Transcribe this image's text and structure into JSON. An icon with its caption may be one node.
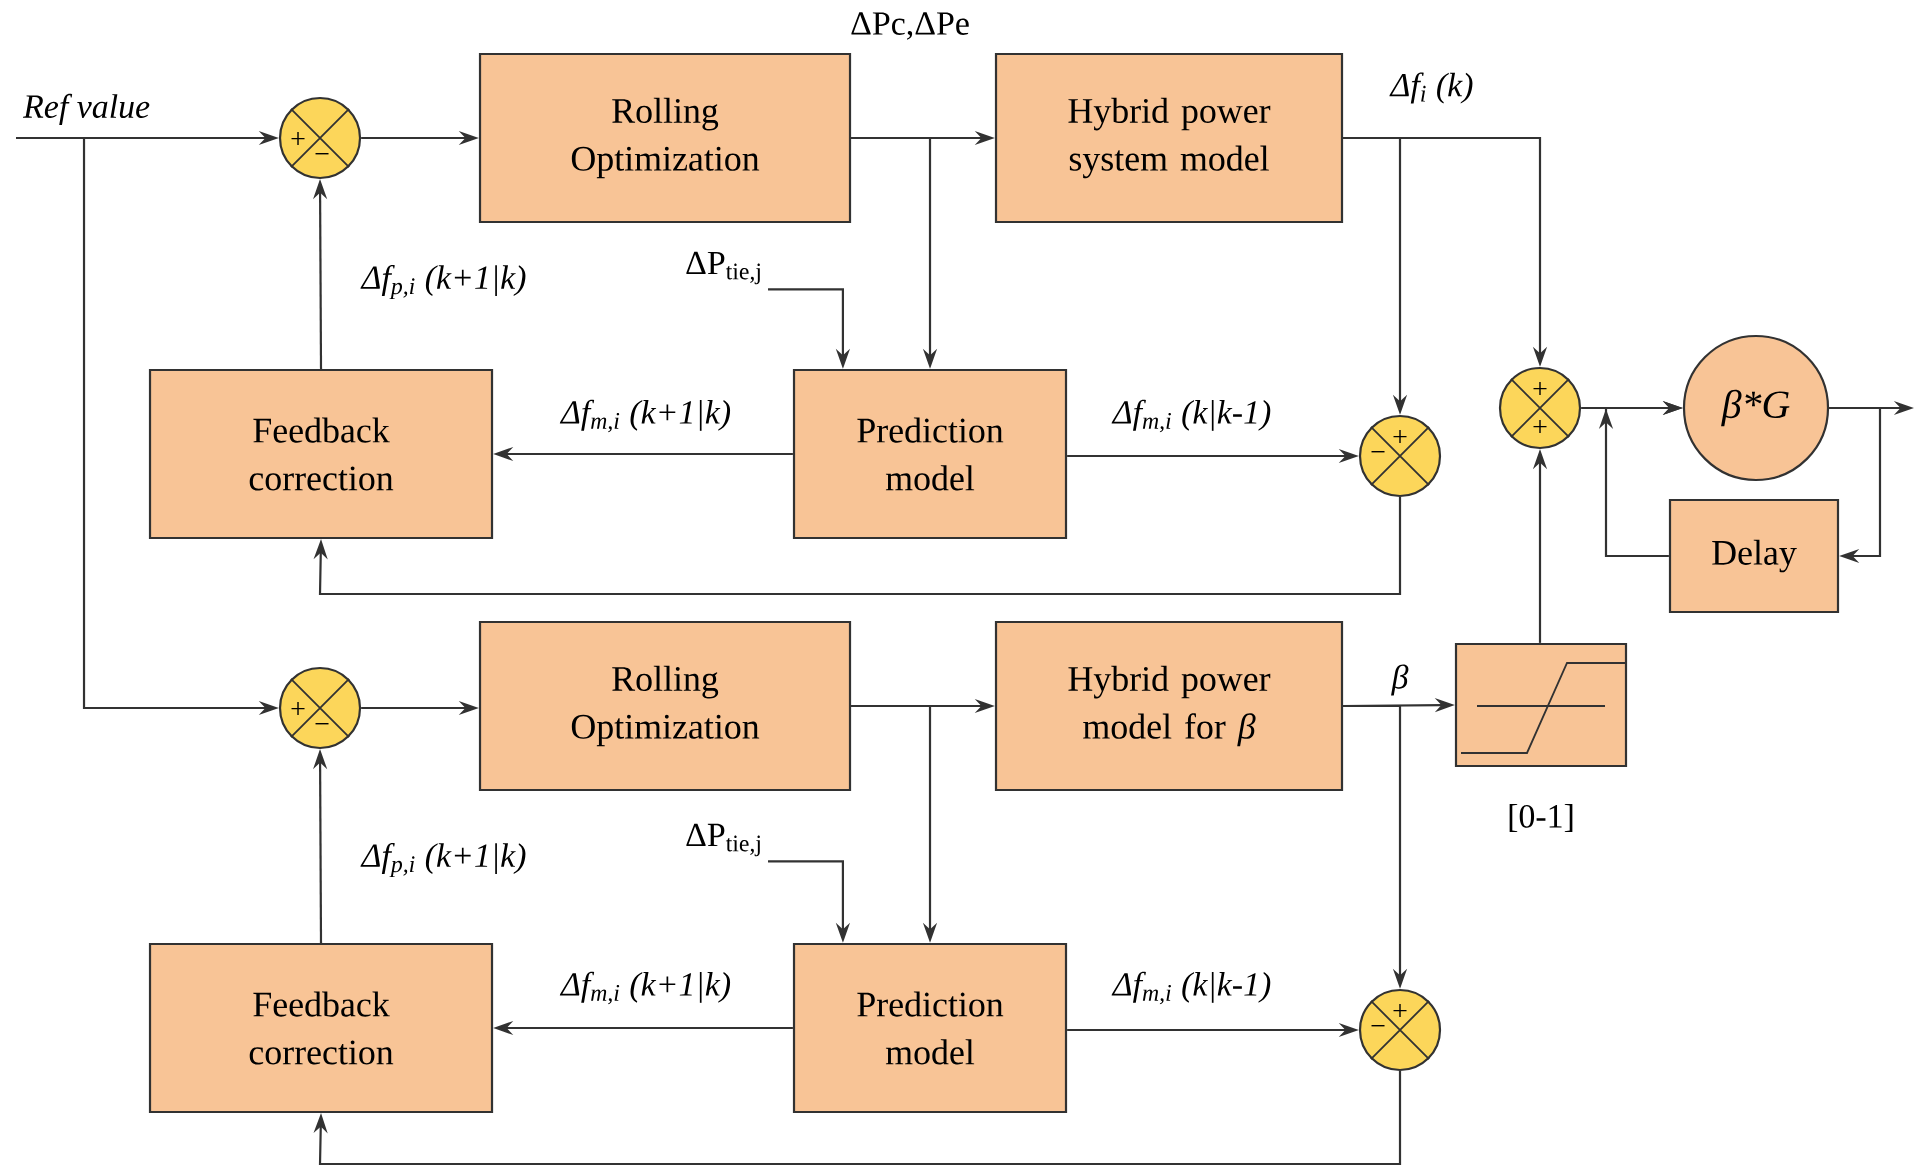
{
  "diagram": {
    "nodes": [
      {
        "text": [
          "Ref value"
        ]
      },
      {
        "text": [
          "+",
          "−"
        ]
      },
      {
        "text": [
          "Rolling Optimization"
        ]
      },
      {
        "text": [
          "Hybrid power system model"
        ]
      },
      {
        "text": [
          "ΔP$_{tie,j}$"
        ]
      },
      {
        "text": [
          "Feedback correction"
        ]
      },
      {
        "text": [
          "Prediction model"
        ]
      },
      {
        "text": [
          "+",
          "−"
        ]
      },
      {
        "text": [
          "+",
          "+"
        ]
      },
      {
        "text": [
          "β*G"
        ]
      },
      {
        "text": [
          "Delay"
        ]
      },
      {
        "text": [
          "+",
          "−"
        ]
      },
      {
        "text": [
          "Rolling Optimization"
        ]
      },
      {
        "text": [
          "Hybrid power model for *β*"
        ]
      },
      {
        "text": [],
        "shape": "box",
        "beside": [
          "[0-1]"
        ]
      },
      {
        "text": [
          "ΔP$_{tie,j}$"
        ]
      },
      {
        "text": [
          "Feedback correction"
        ]
      },
      {
        "text": [
          "Prediction model"
        ]
      },
      {
        "text": [
          "+",
          "−"
        ]
      }
    ],
    "edges": [
      {
        "from": 0,
        "to": 1,
        "arrow": "to"
      },
      {
        "from": 0,
        "to": 11,
        "arrow": "to"
      },
      {
        "from": 1,
        "to": 2,
        "arrow": "to"
      },
      {
        "from": 2,
        "to": 3,
        "arrow": "to",
        "label": "ΔPc,ΔPe"
      },
      {
        "from": 2,
        "to": 6,
        "arrow": "to"
      },
      {
        "from": 4,
        "to": 6,
        "arrow": "to"
      },
      {
        "from": 3,
        "to": 7,
        "arrow": "to"
      },
      {
        "from": 3,
        "to": 8,
        "arrow": "to",
        "label": "Δf$_{i}$ (k)"
      },
      {
        "from": 6,
        "to": 5,
        "arrow": "to",
        "label": "Δf$_{m,i}$ (k+1|k)"
      },
      {
        "from": 6,
        "to": 7,
        "arrow": "to",
        "label": "Δf$_{m,i}$ (k|k-1)"
      },
      {
        "from": 7,
        "to": 5,
        "arrow": "to"
      },
      {
        "from": 5,
        "to": 1,
        "arrow": "to",
        "label": "Δf$_{p,i}$ (k+1|k)"
      },
      {
        "from": 8,
        "to": 9,
        "arrow": "to"
      },
      {
        "from": 9,
        "to": null,
        "arrow": "to"
      },
      {
        "from": 9,
        "to": 10,
        "arrow": "to"
      },
      {
        "from": 10,
        "to": 9,
        "arrow": "to"
      },
      {
        "from": 14,
        "to": 8,
        "arrow": "to"
      },
      {
        "from": 11,
        "to": 12,
        "arrow": "to"
      },
      {
        "from": 12,
        "to": 13,
        "arrow": "to"
      },
      {
        "from": 12,
        "to": 17,
        "arrow": "to"
      },
      {
        "from": 15,
        "to": 17,
        "arrow": "to"
      },
      {
        "from": 13,
        "to": 14,
        "arrow": "to",
        "label": "β"
      },
      {
        "from": 13,
        "to": 18,
        "arrow": "to"
      },
      {
        "from": 17,
        "to": 16,
        "arrow": "to",
        "label": "Δf$_{m,i}$ (k+1|k)"
      },
      {
        "from": 17,
        "to": 18,
        "arrow": "to",
        "label": "Δf$_{m,i}$ (k|k-1)"
      },
      {
        "from": 18,
        "to": 16,
        "arrow": "to"
      },
      {
        "from": 16,
        "to": 11,
        "arrow": "to",
        "label": "Δf$_{p,i}$ (k+1|k)"
      }
    ]
  }
}
